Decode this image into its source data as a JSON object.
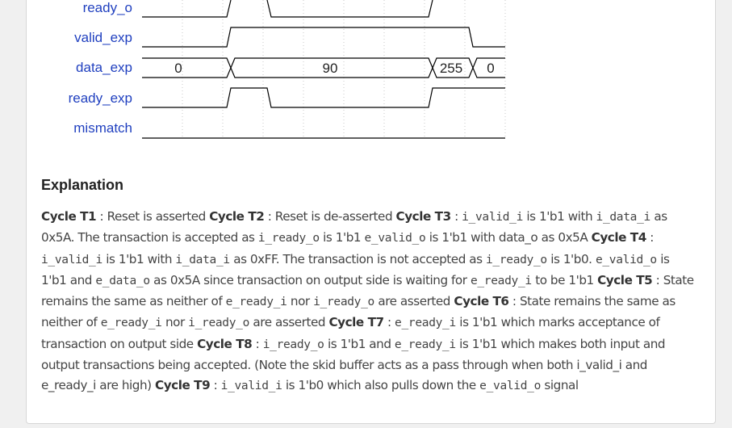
{
  "waveform": {
    "signals": [
      "ready_o",
      "valid_exp",
      "data_exp",
      "ready_exp",
      "mismatch"
    ],
    "data_exp_values": [
      "0",
      "90",
      "255",
      "0"
    ]
  },
  "explanation": {
    "heading": "Explanation",
    "segments": [
      {
        "t": "b",
        "v": "Cycle T1"
      },
      {
        "t": "s",
        "v": " : Reset is asserted "
      },
      {
        "t": "b",
        "v": "Cycle T2"
      },
      {
        "t": "s",
        "v": " : Reset is de-asserted "
      },
      {
        "t": "b",
        "v": "Cycle T3"
      },
      {
        "t": "s",
        "v": " : "
      },
      {
        "t": "c",
        "v": "i_valid_i"
      },
      {
        "t": "s",
        "v": " is 1'b1 with "
      },
      {
        "t": "c",
        "v": "i_data_i"
      },
      {
        "t": "s",
        "v": " as 0x5A. The transaction is accepted as "
      },
      {
        "t": "c",
        "v": "i_ready_o"
      },
      {
        "t": "s",
        "v": " is 1'b1 "
      },
      {
        "t": "c",
        "v": "e_valid_o"
      },
      {
        "t": "s",
        "v": " is 1'b1 with data_o as 0x5A "
      },
      {
        "t": "b",
        "v": "Cycle T4"
      },
      {
        "t": "s",
        "v": " : "
      },
      {
        "t": "c",
        "v": "i_valid_i"
      },
      {
        "t": "s",
        "v": " is 1'b1 with "
      },
      {
        "t": "c",
        "v": "i_data_i"
      },
      {
        "t": "s",
        "v": " as 0xFF. The transaction is not accepted as "
      },
      {
        "t": "c",
        "v": "i_ready_o"
      },
      {
        "t": "s",
        "v": " is 1'b0. "
      },
      {
        "t": "c",
        "v": "e_valid_o"
      },
      {
        "t": "s",
        "v": " is 1'b1 and "
      },
      {
        "t": "c",
        "v": "e_data_o"
      },
      {
        "t": "s",
        "v": " as 0x5A since transaction on output side is waiting for "
      },
      {
        "t": "c",
        "v": "e_ready_i"
      },
      {
        "t": "s",
        "v": " to be 1'b1 "
      },
      {
        "t": "b",
        "v": "Cycle T5"
      },
      {
        "t": "s",
        "v": " : State remains the same as neither of "
      },
      {
        "t": "c",
        "v": "e_ready_i"
      },
      {
        "t": "s",
        "v": " nor "
      },
      {
        "t": "c",
        "v": "i_ready_o"
      },
      {
        "t": "s",
        "v": " are asserted "
      },
      {
        "t": "b",
        "v": "Cycle T6"
      },
      {
        "t": "s",
        "v": " : State remains the same as neither of "
      },
      {
        "t": "c",
        "v": "e_ready_i"
      },
      {
        "t": "s",
        "v": " nor "
      },
      {
        "t": "c",
        "v": "i_ready_o"
      },
      {
        "t": "s",
        "v": " are asserted "
      },
      {
        "t": "b",
        "v": "Cycle T7"
      },
      {
        "t": "s",
        "v": " : "
      },
      {
        "t": "c",
        "v": "e_ready_i"
      },
      {
        "t": "s",
        "v": " is 1'b1 which marks acceptance of transaction on output side "
      },
      {
        "t": "b",
        "v": "Cycle T8"
      },
      {
        "t": "s",
        "v": " : "
      },
      {
        "t": "c",
        "v": "i_ready_o"
      },
      {
        "t": "s",
        "v": " is 1'b1 and "
      },
      {
        "t": "c",
        "v": "e_ready_i"
      },
      {
        "t": "s",
        "v": " is 1'b1 which makes both input and output transactions being accepted. (Note the skid buffer acts as a pass through when both i_valid_i and e_ready_i are high) "
      },
      {
        "t": "b",
        "v": "Cycle T9"
      },
      {
        "t": "s",
        "v": " : "
      },
      {
        "t": "c",
        "v": "i_valid_i"
      },
      {
        "t": "s",
        "v": " is 1'b0 which also pulls down the "
      },
      {
        "t": "c",
        "v": "e_valid_o"
      },
      {
        "t": "s",
        "v": " signal"
      }
    ]
  }
}
